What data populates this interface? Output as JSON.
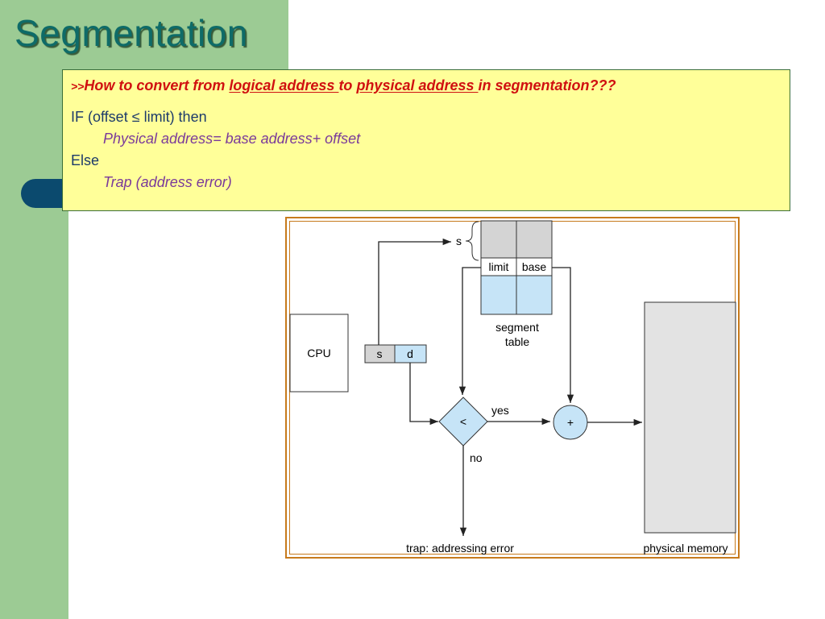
{
  "slide": {
    "title": "Segmentation",
    "question": {
      "prefix": ">>",
      "text_1": "How to convert from ",
      "term_1": "logical address ",
      "text_2": "to ",
      "term_2": "physical address  ",
      "text_3": " in segmentation???"
    },
    "rule": {
      "if_line": "IF (offset ≤ limit)  then",
      "then_line": "Physical address=  base address+ offset",
      "else_line": "Else",
      "else_action": "Trap (address error)"
    }
  },
  "diagram": {
    "cpu": "CPU",
    "addr_s": "s",
    "addr_d": "d",
    "seg_s": "s",
    "col_limit": "limit",
    "col_base": "base",
    "seg_table_line1": "segment",
    "seg_table_line2": "table",
    "compare": "<",
    "adder": "+",
    "yes": "yes",
    "no": "no",
    "trap": "trap: addressing error",
    "memory": "physical memory"
  },
  "colors": {
    "title": "#0e6b68",
    "side_band": "#9ccb94",
    "note_bg": "#ffff99",
    "question": "#d01010",
    "diagram_fill_blue": "#c6e4f7",
    "diagram_fill_gray": "#d4d4d4",
    "figure_border": "#c77a1c"
  }
}
